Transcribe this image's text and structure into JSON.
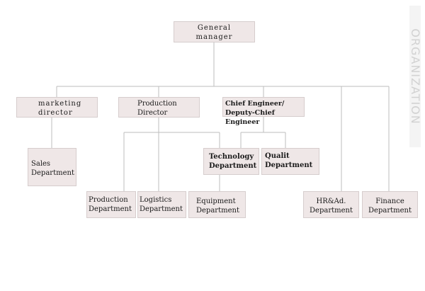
{
  "sidebar": {
    "label": "ORGANIZATION"
  },
  "chart": {
    "general_manager": [
      "General",
      "manager"
    ],
    "marketing_director": [
      "marketing",
      "director"
    ],
    "production_director": [
      "Production",
      "Director"
    ],
    "chief_engineer": [
      "Chief Engineer/",
      "Deputy-Chief Engineer"
    ],
    "sales_department": [
      "Sales",
      "Department"
    ],
    "technology_department": [
      "Technology",
      "Department"
    ],
    "quality_department": [
      "Qualit",
      "Department"
    ],
    "production_department": [
      "Production",
      "Department"
    ],
    "logistics_department": [
      "Logistics",
      "Department"
    ],
    "equipment_department": [
      "Equipment",
      "Department"
    ],
    "hr_admin_department": [
      "HR&Ad.",
      "Department"
    ],
    "finance_department": [
      "Finance",
      "Department"
    ]
  }
}
